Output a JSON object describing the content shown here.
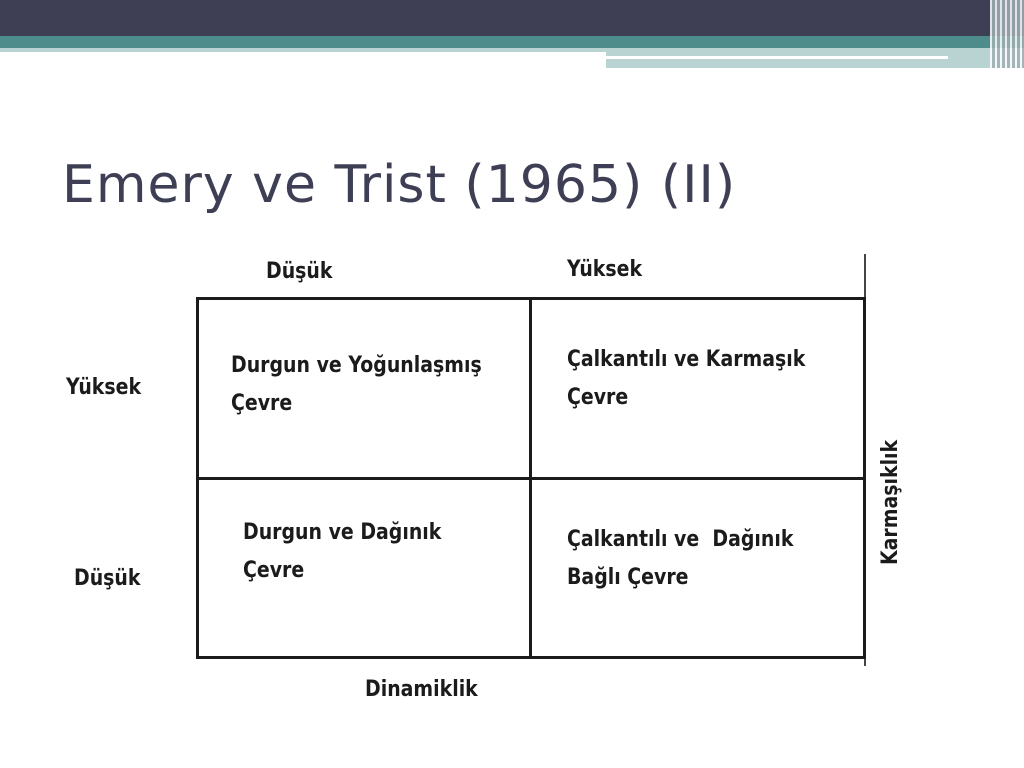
{
  "slide": {
    "title": "Emery ve Trist (1965) (II)"
  },
  "diagram": {
    "column_headers": [
      "Düşük",
      "Yüksek"
    ],
    "row_headers": [
      "Yüksek",
      "Düşük"
    ],
    "x_axis_label": "Dinamiklik",
    "y_axis_label": "Karmaşıklık",
    "cells": {
      "top_left": [
        "Durgun ve Yoğunlaşmış",
        "Çevre"
      ],
      "top_right": [
        "Çalkantılı ve Karmaşık",
        "Çevre"
      ],
      "bottom_left": [
        "Durgun ve Dağınık",
        "Çevre"
      ],
      "bottom_right": [
        "Çalkantılı ve  Dağınık",
        "Bağlı Çevre"
      ]
    }
  },
  "colors": {
    "title_text": "#3e3f55",
    "header_bar_dark": "#3e3f55",
    "header_bar_teal": "#4e8c8c",
    "header_bar_light": "#b9d3d3"
  }
}
